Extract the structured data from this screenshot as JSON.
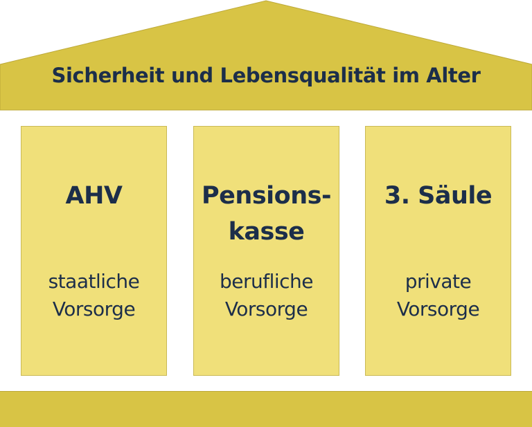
{
  "roof": {
    "title": "Sicherheit und Lebensqualität im Alter",
    "color": "#d8c445"
  },
  "pillars": [
    {
      "title_line1": "AHV",
      "title_line2": "",
      "sub_line1": "staatliche",
      "sub_line2": "Vorsorge"
    },
    {
      "title_line1": "Pensions-",
      "title_line2": "kasse",
      "sub_line1": "berufliche",
      "sub_line2": "Vorsorge"
    },
    {
      "title_line1": "3. Säule",
      "title_line2": "",
      "sub_line1": "private",
      "sub_line2": "Vorsorge"
    }
  ],
  "colors": {
    "roof": "#d8c445",
    "pillar_fill": "#f0e07a",
    "foundation": "#d8c445",
    "text": "#1c2e4a"
  }
}
